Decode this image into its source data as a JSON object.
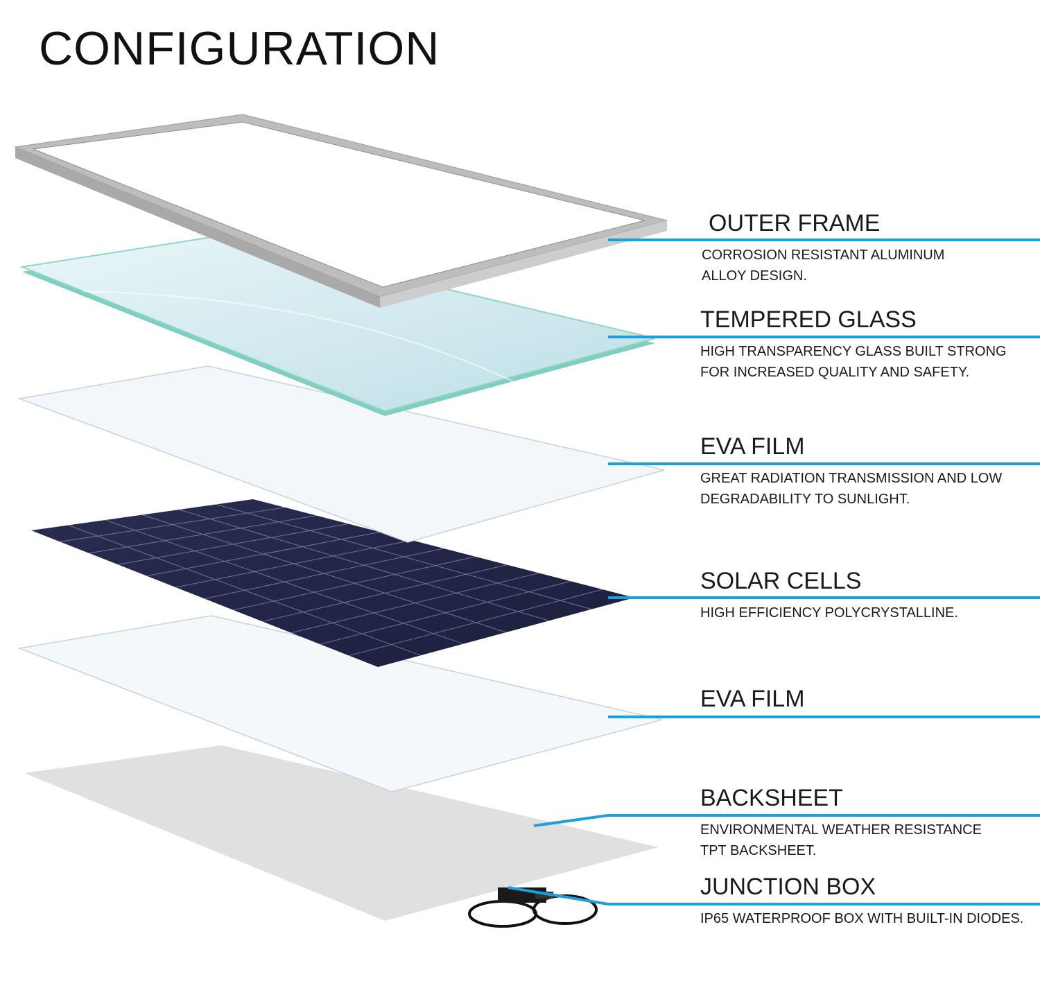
{
  "title": "CONFIGURATION",
  "accent_color": "#1aa0dc",
  "layers": [
    {
      "name": "OUTER FRAME",
      "desc": [
        "CORROSION RESISTANT ALUMINUM",
        "ALLOY DESIGN."
      ]
    },
    {
      "name": "TEMPERED GLASS",
      "desc": [
        "HIGH TRANSPARENCY GLASS BUILT STRONG",
        "FOR INCREASED QUALITY AND SAFETY."
      ]
    },
    {
      "name": "EVA FILM",
      "desc": [
        "GREAT RADIATION  TRANSMISSION AND LOW",
        "DEGRADABILITY TO SUNLIGHT."
      ]
    },
    {
      "name": "SOLAR CELLS",
      "desc": [
        "HIGH EFFICIENCY POLYCRYSTALLINE."
      ]
    },
    {
      "name": "EVA FILM",
      "desc": []
    },
    {
      "name": "BACKSHEET",
      "desc": [
        "ENVIRONMENTAL WEATHER RESISTANCE",
        "TPT BACKSHEET."
      ]
    },
    {
      "name": "JUNCTION BOX",
      "desc": [
        "IP65 WATERPROOF BOX WITH BUILT-IN DIODES."
      ]
    }
  ]
}
